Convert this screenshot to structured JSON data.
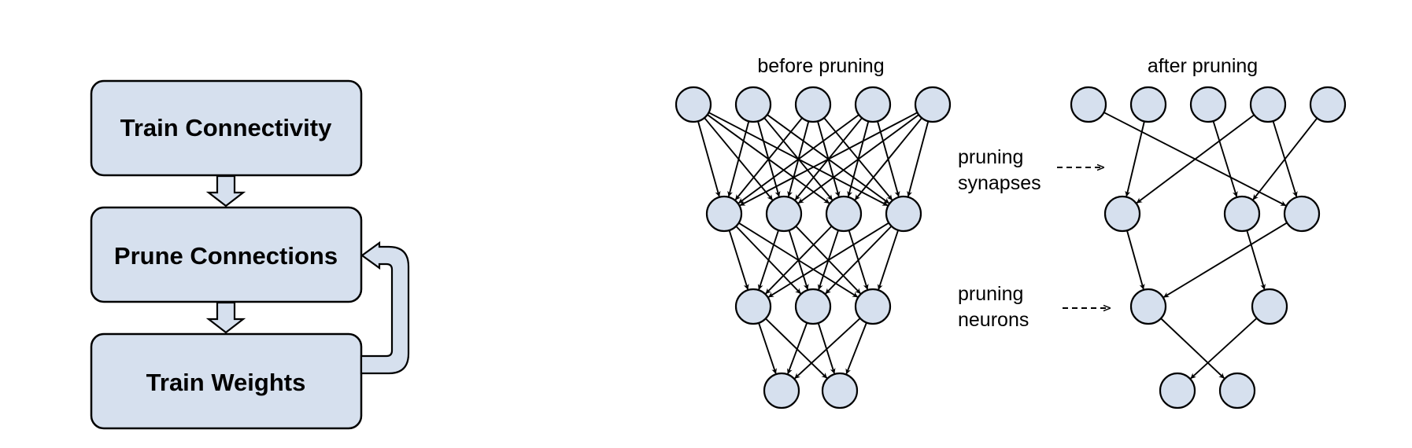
{
  "flowchart": {
    "steps": [
      "Train Connectivity",
      "Prune Connections",
      "Train Weights"
    ]
  },
  "network": {
    "before_title": "before pruning",
    "after_title": "after pruning",
    "annotations": {
      "synapses": [
        "pruning",
        "synapses"
      ],
      "neurons": [
        "pruning",
        "neurons"
      ]
    },
    "before_layer_sizes": [
      5,
      4,
      3,
      2
    ],
    "after_layer_sizes": [
      5,
      3,
      2,
      2
    ],
    "after_edges": [
      [
        [
          0,
          2
        ],
        [
          1,
          0
        ],
        [
          2,
          1
        ],
        [
          3,
          0
        ],
        [
          3,
          2
        ],
        [
          4,
          1
        ]
      ],
      [
        [
          0,
          0
        ],
        [
          1,
          1
        ],
        [
          2,
          0
        ]
      ],
      [
        [
          0,
          1
        ],
        [
          1,
          0
        ]
      ]
    ],
    "colors": {
      "fill": "#d6e0ee",
      "stroke": "#000000"
    }
  }
}
